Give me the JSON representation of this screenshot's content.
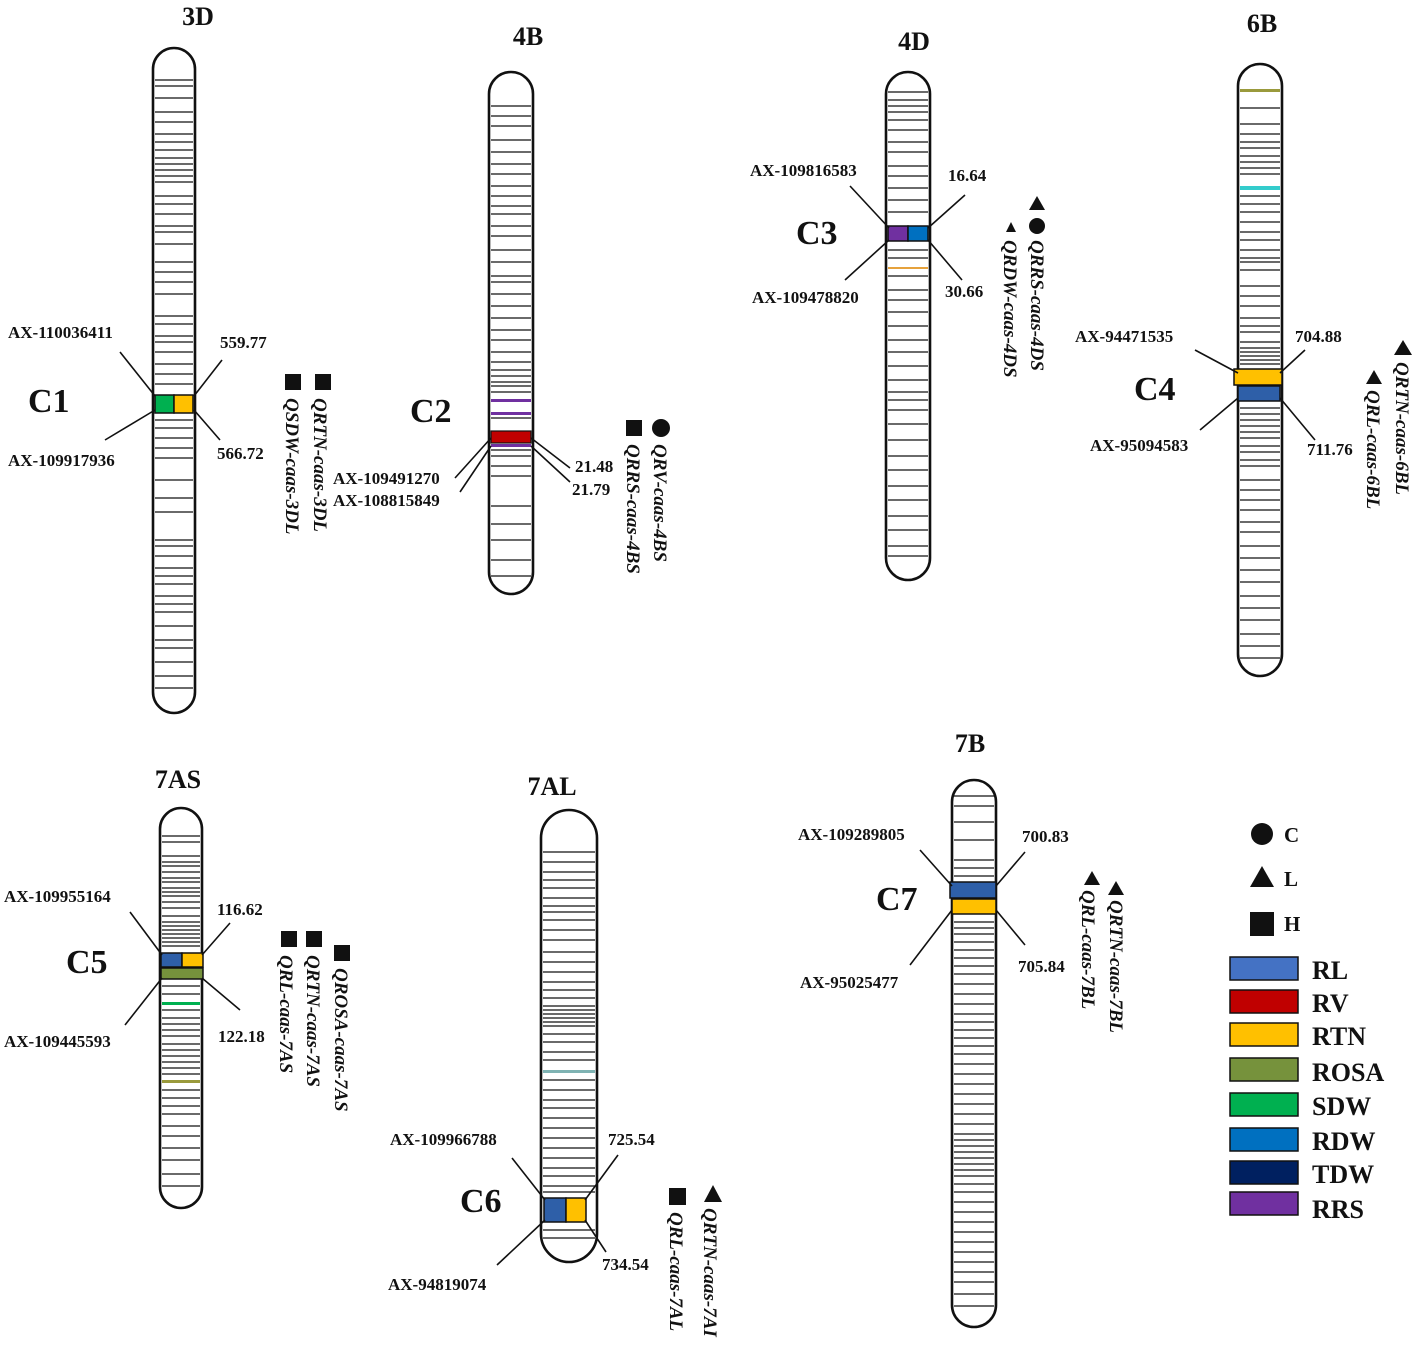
{
  "colors": {
    "RL": "#4472c4",
    "RV": "#c00000",
    "RTN": "#ffc000",
    "ROSA": "#76923c",
    "SDW": "#00b050",
    "RDW": "#0070c0",
    "TDW": "#002060",
    "RRS": "#7030a0",
    "QRL": "#1f3d7a",
    "QRTN": "#f0b000",
    "QSDW": "#00b050",
    "QRV": "#c00000",
    "QRRS": "#7030a0",
    "QRDW": "#0070c0",
    "QROSA": "#76923c"
  },
  "chromosomes": [
    {
      "name": "3D",
      "cluster": "C1",
      "markers": [
        "AX-110036411",
        "AX-109917936"
      ],
      "positions": [
        "559.77",
        "566.72"
      ],
      "qtls": [
        {
          "label": "QSDW-caas-3DL",
          "trait": "SDW",
          "symbol": "H"
        },
        {
          "label": "QRTN-caas-3DL",
          "trait": "RTN",
          "symbol": "H"
        }
      ]
    },
    {
      "name": "4B",
      "cluster": "C2",
      "markers": [
        "AX-109491270",
        "AX-108815849"
      ],
      "positions": [
        "21.48",
        "21.79"
      ],
      "qtls": [
        {
          "label": "QRRS-caas-4BS",
          "trait": "RRS",
          "symbol": "H"
        },
        {
          "label": "QRV-caas-4BS",
          "trait": "RV",
          "symbol": "C"
        }
      ]
    },
    {
      "name": "4D",
      "cluster": "C3",
      "markers": [
        "AX-109816583",
        "AX-109478820"
      ],
      "positions": [
        "16.64",
        "30.66"
      ],
      "qtls": [
        {
          "label": "QRDW-caas-4DS",
          "trait": "RDW",
          "symbol": "L"
        },
        {
          "label": "QRRS-caas-4DS",
          "trait": "RRS",
          "symbol": "LC"
        }
      ]
    },
    {
      "name": "6B",
      "cluster": "C4",
      "markers": [
        "AX-94471535",
        "AX-95094583"
      ],
      "positions": [
        "704.88",
        "711.76"
      ],
      "qtls": [
        {
          "label": "QRL-caas-6BL",
          "trait": "RL",
          "symbol": "L"
        },
        {
          "label": "QRTN-caas-6BL",
          "trait": "RTN",
          "symbol": "L"
        }
      ]
    },
    {
      "name": "7AS",
      "cluster": "C5",
      "markers": [
        "AX-109955164",
        "AX-109445593"
      ],
      "positions": [
        "116.62",
        "122.18"
      ],
      "qtls": [
        {
          "label": "QRL-caas-7AS",
          "trait": "RL",
          "symbol": "H"
        },
        {
          "label": "QRTN-caas-7AS",
          "trait": "RTN",
          "symbol": "H"
        },
        {
          "label": "QROSA-caas-7AS",
          "trait": "ROSA",
          "symbol": "H"
        }
      ]
    },
    {
      "name": "7AL",
      "cluster": "C6",
      "markers": [
        "AX-109966788",
        "AX-94819074"
      ],
      "positions": [
        "725.54",
        "734.54"
      ],
      "qtls": [
        {
          "label": "QRL-caas-7AL",
          "trait": "RL",
          "symbol": "H"
        },
        {
          "label": "QRTN-caas-7AI",
          "trait": "RTN",
          "symbol": "L"
        }
      ]
    },
    {
      "name": "7B",
      "cluster": "C7",
      "markers": [
        "AX-109289805",
        "AX-95025477"
      ],
      "positions": [
        "700.83",
        "705.84"
      ],
      "qtls": [
        {
          "label": "QRL-caas-7BL",
          "trait": "RL",
          "symbol": "L"
        },
        {
          "label": "QRTN-caas-7BL",
          "trait": "RTN",
          "symbol": "L"
        }
      ]
    }
  ],
  "legend": {
    "symbols": [
      {
        "shape": "circle",
        "label": "C"
      },
      {
        "shape": "triangle",
        "label": "L"
      },
      {
        "shape": "square",
        "label": "H"
      }
    ],
    "traits": [
      {
        "label": "RL",
        "color": "#4472c4"
      },
      {
        "label": "RV",
        "color": "#c00000"
      },
      {
        "label": "RTN",
        "color": "#ffc000"
      },
      {
        "label": "ROSA",
        "color": "#76923c"
      },
      {
        "label": "SDW",
        "color": "#00b050"
      },
      {
        "label": "RDW",
        "color": "#0070c0"
      },
      {
        "label": "TDW",
        "color": "#002060"
      },
      {
        "label": "RRS",
        "color": "#7030a0"
      }
    ]
  }
}
